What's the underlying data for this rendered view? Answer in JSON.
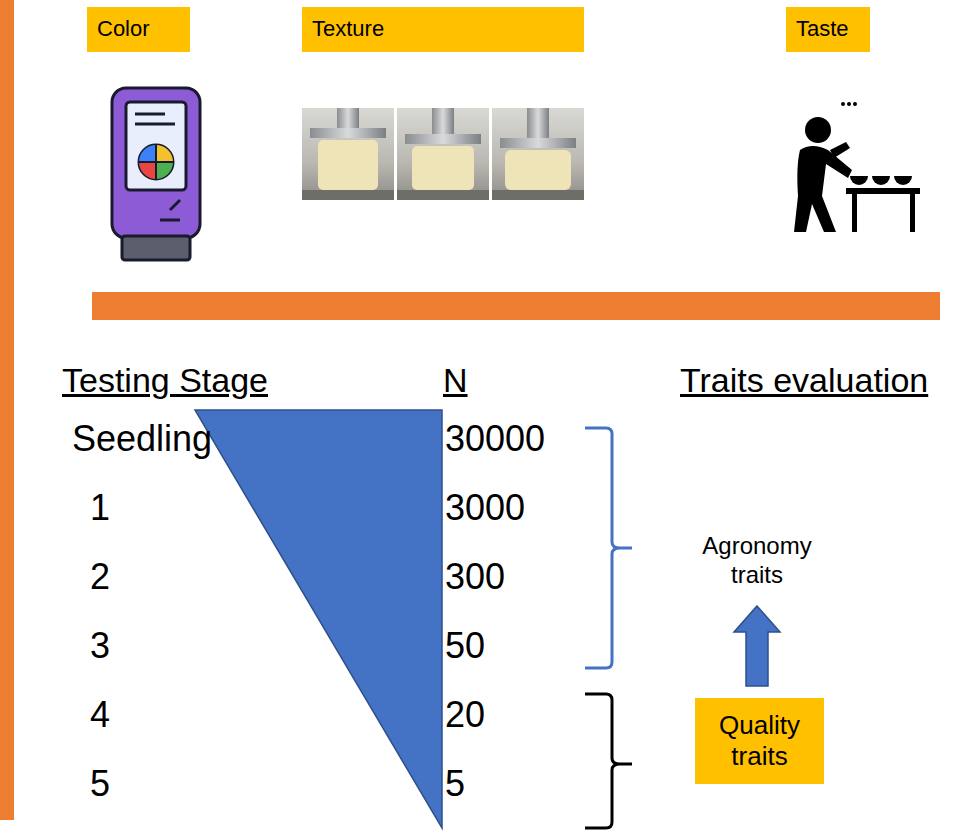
{
  "diagram": {
    "nodes": [
      {
        "text": [
          "Color"
        ]
      },
      {
        "text": [
          "Texture"
        ]
      },
      {
        "text": [
          "Taste"
        ]
      },
      {
        "text": [
          "Quality traits"
        ]
      }
    ],
    "labels": [
      "Testing Stage",
      "N",
      "Traits evaluation",
      "Seedling",
      "30000",
      "1",
      "3000",
      "2",
      "300",
      "3",
      "50",
      "4",
      "20",
      "5",
      "5",
      "Agronomy traits"
    ]
  }
}
